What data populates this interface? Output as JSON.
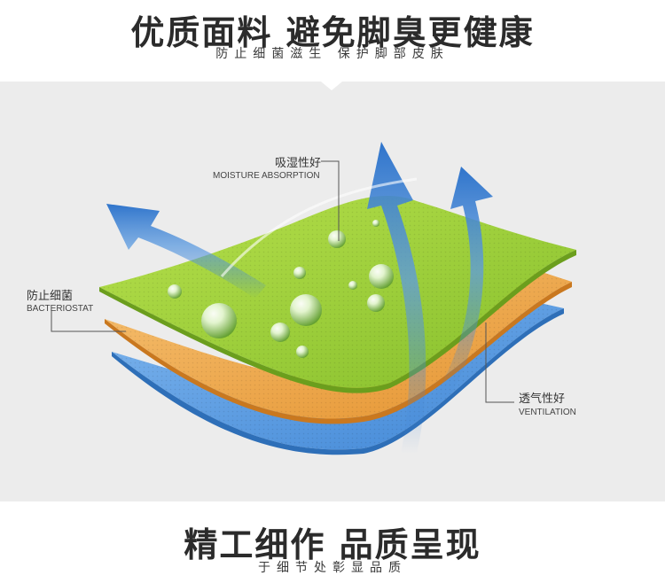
{
  "top": {
    "title": "优质面料 避免脚臭更健康",
    "subtitle": "防止细菌滋生 保护脚部皮肤"
  },
  "labels": {
    "moisture": {
      "zh": "吸湿性好",
      "en": "MOISTURE ABSORPTION"
    },
    "bacteria": {
      "zh": "防止细菌",
      "en": "BACTERIOSTAT"
    },
    "ventilation": {
      "zh": "透气性好",
      "en": "VENTILATION"
    }
  },
  "bottom": {
    "title": "精工细作 品质呈现",
    "subtitle": "于细节处彰显品质"
  },
  "colors": {
    "green_layer": "#9fd13a",
    "orange_layer": "#f0a94a",
    "blue_layer": "#5b9ee0",
    "arrow_blue": "#3b7fd0",
    "panel_bg": "#ececec"
  },
  "icons": [
    "arrow-up-icon",
    "water-drop-icon"
  ]
}
